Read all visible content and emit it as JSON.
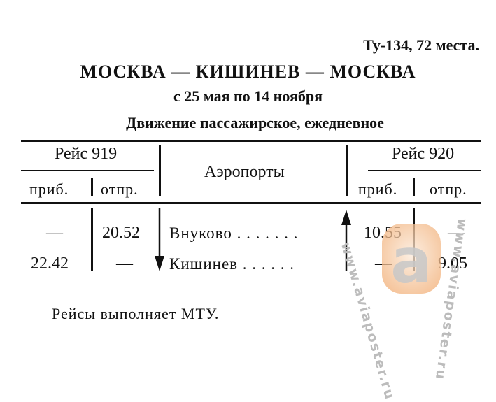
{
  "header": {
    "aircraft": "Ту-134, 72 места.",
    "route": "МОСКВА — КИШИНЕВ — МОСКВА",
    "period": "с 25 мая по 14 ноября",
    "traffic": "Движение пассажирское, ежедневное"
  },
  "table": {
    "left_flight": "Рейс 919",
    "right_flight": "Рейс 920",
    "airports_header": "Аэропорты",
    "col_arrival": "приб.",
    "col_departure": "отпр.",
    "rows": [
      {
        "airport": "Внуково . . . . . . .",
        "f919_arr": "—",
        "f919_dep": "20.52",
        "f920_arr": "10.55",
        "f920_dep": "—"
      },
      {
        "airport": "Кишинев . . . . . .",
        "f919_arr": "22.42",
        "f919_dep": "—",
        "f920_arr": "—",
        "f920_dep": "9.05"
      }
    ]
  },
  "footnote": "Рейсы выполняет МТУ.",
  "watermark": {
    "text": "www.aviaposter.ru",
    "logo_letter": "a",
    "colors": {
      "badge_light": "#f8dcc4",
      "badge_dark": "#f2b27c",
      "logo": "#c8c8c8"
    }
  }
}
